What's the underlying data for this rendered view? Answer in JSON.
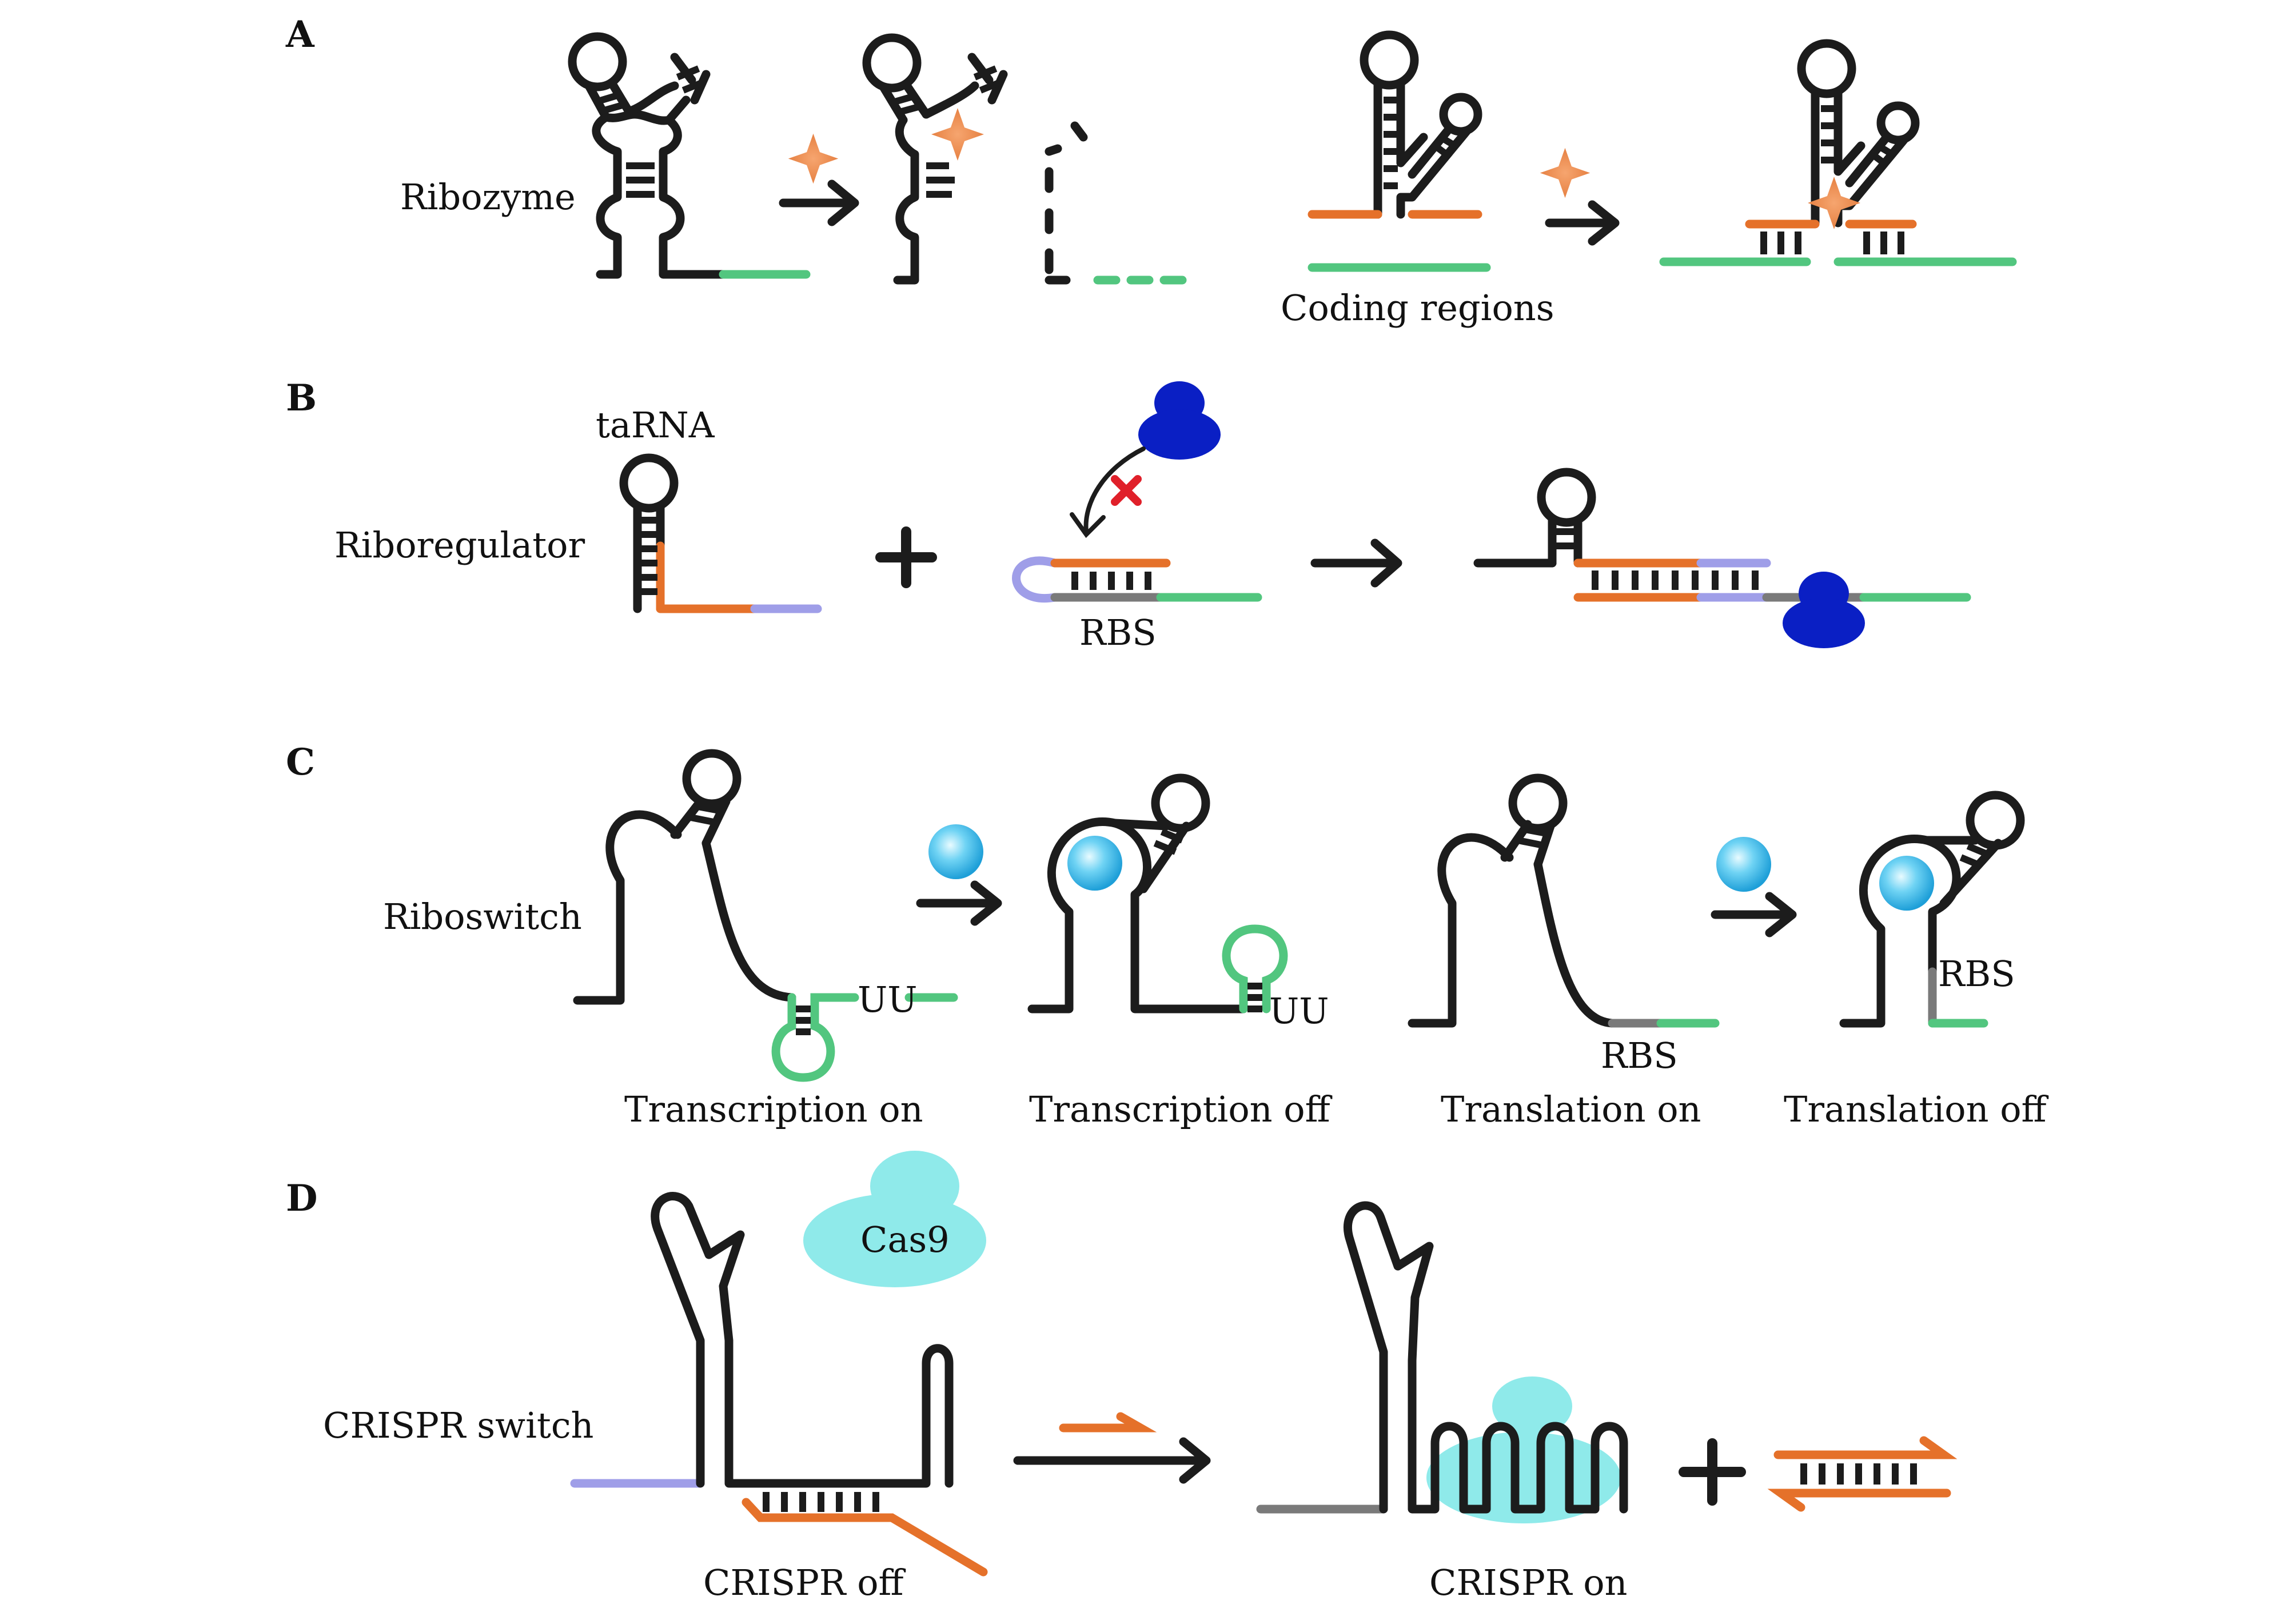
{
  "panels": {
    "a": {
      "letter": "A",
      "title": "Ribozyme",
      "label_coding": "Coding regions"
    },
    "b": {
      "letter": "B",
      "title": "Riboregulator",
      "label_tarna": "taRNA",
      "label_rbs": "RBS"
    },
    "c": {
      "letter": "C",
      "title": "Riboswitch",
      "uu_1": "UU",
      "uu_2": "UU",
      "rbs_1": "RBS",
      "rbs_2": "RBS",
      "states": [
        "Transcription on",
        "Transcription off",
        "Translation on",
        "Translation off"
      ]
    },
    "d": {
      "letter": "D",
      "title": "CRISPR switch",
      "protein": "Cas9",
      "state_off": "CRISPR off",
      "state_on": "CRISPR on"
    }
  },
  "colors": {
    "rna_backbone": "#1c1c1c",
    "complementary_strand": "#e5712a",
    "coding_region": "#52c67f",
    "linker": "#9f9ee8",
    "rbs_segment": "#7a7a7a",
    "ribosome": "#0a1fc4",
    "ligand": "#4cc4ee",
    "cas9": "#8feaea",
    "enzyme_star": "#f08a4b",
    "block_mark": "#e0202a"
  },
  "icons": {
    "enzyme": "orange-star-icon",
    "ribosome": "ribosome-icon",
    "ligand": "ligand-sphere-icon",
    "block": "x-mark-icon"
  }
}
